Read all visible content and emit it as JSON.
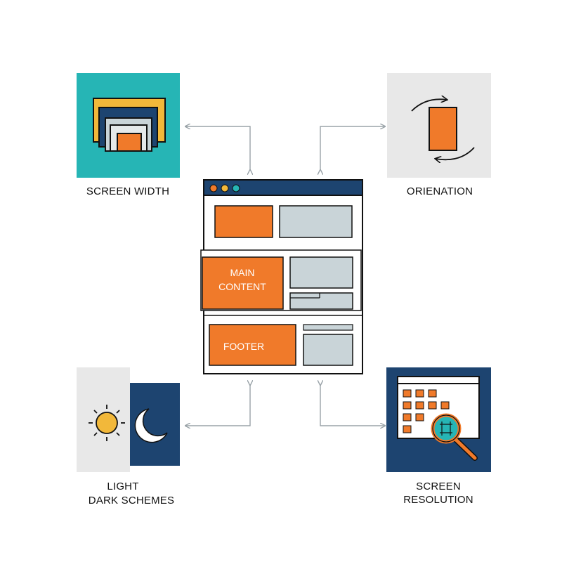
{
  "nodes": {
    "screen_width": {
      "label": "SCREEN WIDTH"
    },
    "orientation": {
      "label": "ORIENATION"
    },
    "light_dark": {
      "label_line1": "LIGHT",
      "label_line2": "DARK SCHEMES"
    },
    "screen_resolution": {
      "label_line1": "SCREEN",
      "label_line2": "RESOLUTION"
    }
  },
  "center": {
    "main_content_line1": "MAIN",
    "main_content_line2": "CONTENT",
    "footer_label": "FOOTER"
  },
  "colors": {
    "orange": "#f07a2a",
    "navy": "#1d4470",
    "teal": "#26b5b5",
    "gray_panel": "#c9d4d8",
    "yellow": "#f2b83a",
    "light_bg": "#e8e8e8",
    "arrow": "#9aa3a8"
  }
}
